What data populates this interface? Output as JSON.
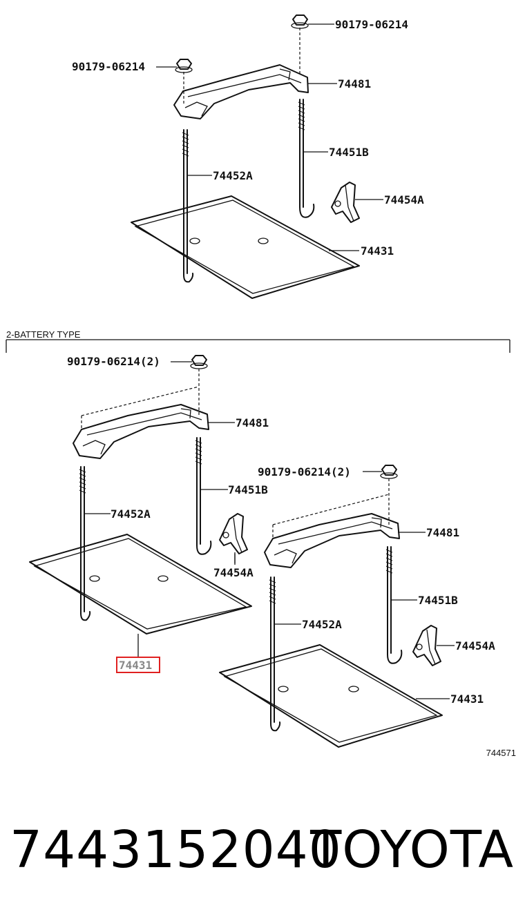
{
  "title": "7443152040",
  "brand": "TOYOTA",
  "figure_id": "744571",
  "section_label": "2-BATTERY TYPE",
  "highlight_color": "#e02020",
  "callouts": {
    "top": {
      "nut_a": "90179-06214",
      "nut_b": "90179-06214",
      "clamp": "74481",
      "rod_b": "74451B",
      "rod_a": "74452A",
      "bracket": "74454A",
      "tray": "74431"
    },
    "left": {
      "nut": "90179-06214(2)",
      "clamp": "74481",
      "rod_b": "74451B",
      "rod_a": "74452A",
      "bracket": "74454A",
      "tray": "74431"
    },
    "right": {
      "nut": "90179-06214(2)",
      "clamp": "74481",
      "rod_b": "74451B",
      "rod_a": "74452A",
      "bracket": "74454A",
      "tray": "74431"
    }
  }
}
